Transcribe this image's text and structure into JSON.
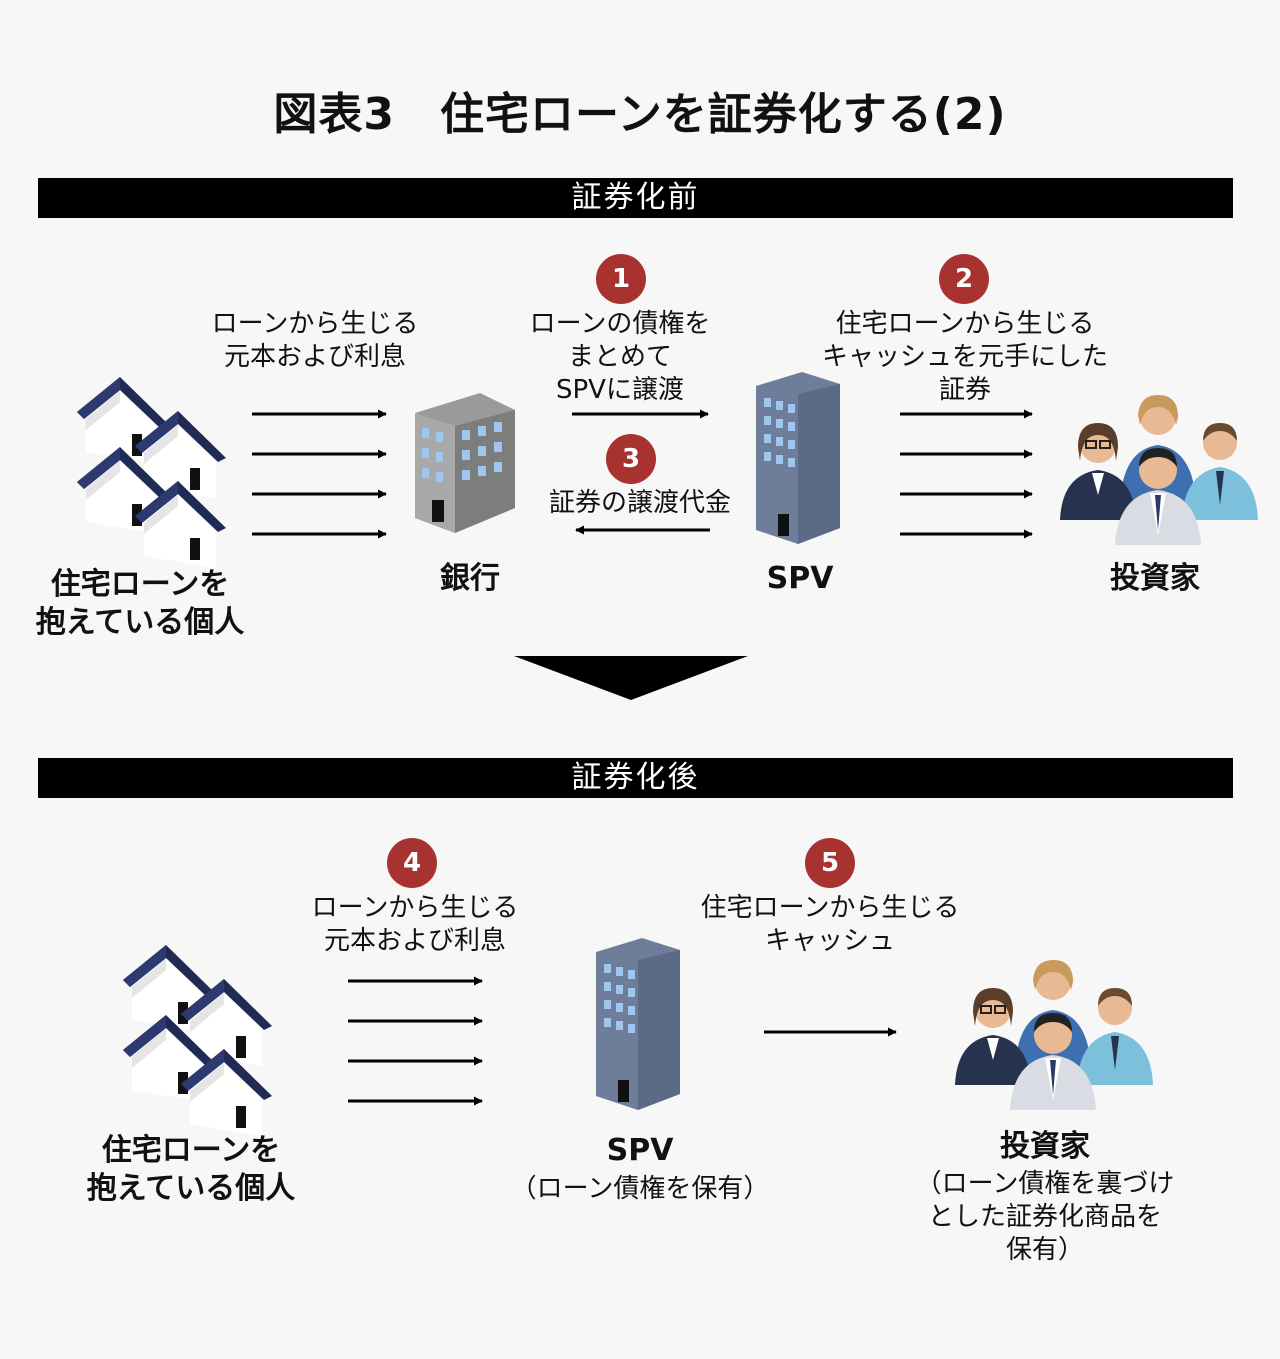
{
  "title": "図表3　住宅ローンを証券化する(2)",
  "before": {
    "header": "証券化前",
    "note_loan": [
      "ローンから生じる",
      "元本および利息"
    ],
    "note_1": [
      "ローンの債権を",
      "まとめて",
      "SPVに譲渡"
    ],
    "note_2": [
      "住宅ローンから生じる",
      "キャッシュを元手にした",
      "証券"
    ],
    "note_3": "証券の譲渡代金",
    "badge_1": "1",
    "badge_2": "2",
    "badge_3": "3",
    "label_individual": [
      "住宅ローンを",
      "抱えている個人"
    ],
    "label_bank": "銀行",
    "label_spv": "SPV",
    "label_investor": "投資家"
  },
  "after": {
    "header": "証券化後",
    "note_4": [
      "ローンから生じる",
      "元本および利息"
    ],
    "note_5": [
      "住宅ローンから生じる",
      "キャッシュ"
    ],
    "badge_4": "4",
    "badge_5": "5",
    "label_individual": [
      "住宅ローンを",
      "抱えている個人"
    ],
    "label_spv": "SPV",
    "sub_spv": "（ローン債権を保有）",
    "label_investor": "投資家",
    "sub_investor": [
      "（ローン債権を裏づけ",
      "とした証券化商品を",
      "保有）"
    ]
  },
  "colors": {
    "badge": "#a8322f",
    "roof": "#1f2a55",
    "bank_building": "#8a8a8a",
    "spv_building": "#6e7d99",
    "window": "#9ec6ef"
  }
}
